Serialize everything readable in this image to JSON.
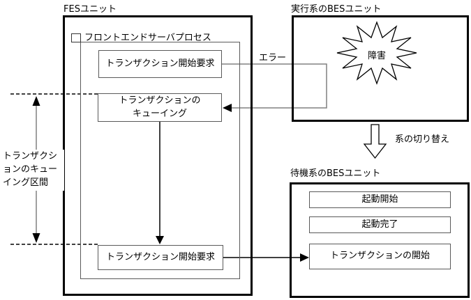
{
  "fes": {
    "title": "FESユニット",
    "process_label": "フロントエンドサーバプロセス",
    "txn_start_request_top": "トランザクション開始要求",
    "txn_queueing": "トランザクションの\nキューイング",
    "txn_start_request_bottom": "トランザクション開始要求"
  },
  "left_annotation": {
    "queueing_interval": "トランザクシ\nョンのキュー\nイング区間"
  },
  "error_label": "エラー",
  "active_bes": {
    "title": "実行系のBESユニット",
    "failure": "障害"
  },
  "switchover": {
    "label": "系の切り替え"
  },
  "standby_bes": {
    "title": "待機系のBESユニット",
    "steps": [
      {
        "label": "起動開始"
      },
      {
        "label": "起動完了"
      },
      {
        "label": "トランザクションの開始"
      }
    ]
  },
  "colors": {
    "connector_gray": "#808080",
    "thin_border": "#595959",
    "outline_black": "#000000",
    "background": "#ffffff"
  }
}
